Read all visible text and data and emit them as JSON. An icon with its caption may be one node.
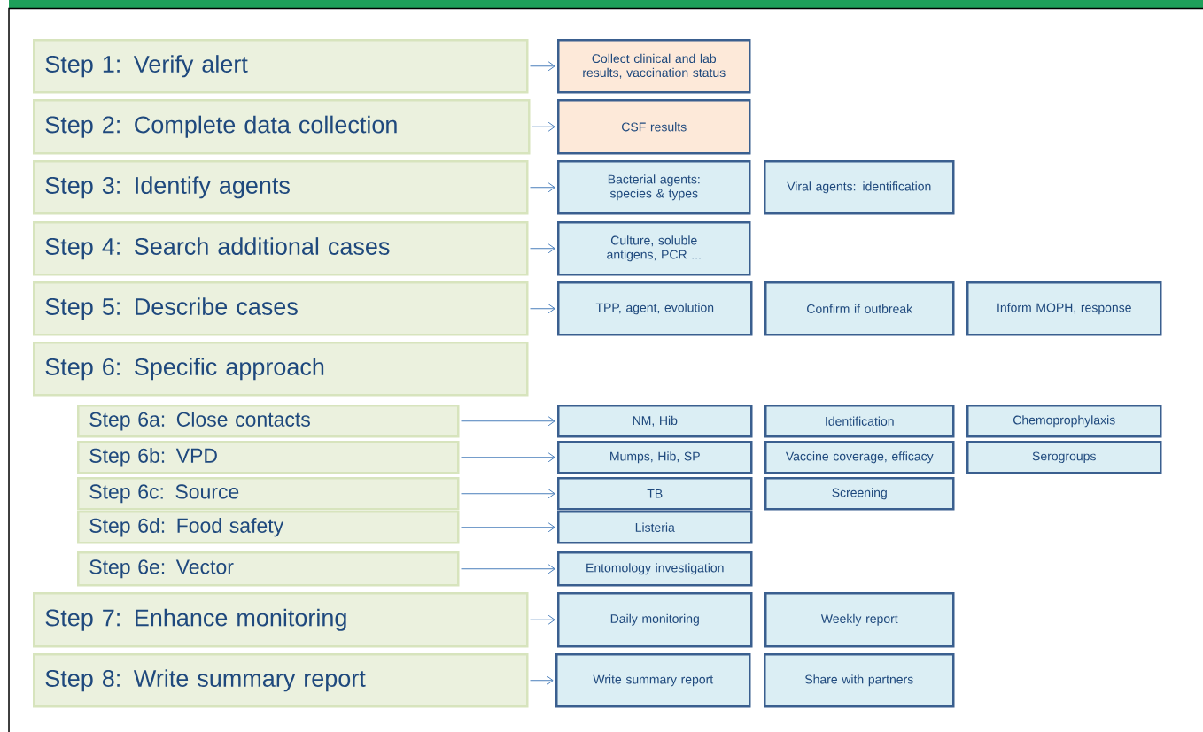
{
  "diagram": {
    "nodes": [
      {
        "text": [
          "Step 1: Verify alert"
        ]
      },
      {
        "text": [
          "Collect clinical and lab results, vaccination status"
        ]
      },
      {
        "text": [
          "Step 2: Complete data collection"
        ]
      },
      {
        "text": [
          "CSF results"
        ]
      },
      {
        "text": [
          "Step 3: Identify agents"
        ]
      },
      {
        "text": [
          "Bacterial agents: species & types"
        ]
      },
      {
        "text": [
          "Viral agents: identification"
        ]
      },
      {
        "text": [
          "Step 4: Search additional cases"
        ]
      },
      {
        "text": [
          "Culture, soluble antigens, PCR ..."
        ]
      },
      {
        "text": [
          "Step 5: Describe cases"
        ]
      },
      {
        "text": [
          "TPP, agent, evolution"
        ]
      },
      {
        "text": [
          "Confirm if outbreak"
        ]
      },
      {
        "text": [
          "Inform MOPH, response"
        ]
      },
      {
        "text": [
          "Step 6: Specific approach"
        ]
      },
      {
        "text": [
          "Step 6a: Close contacts"
        ]
      },
      {
        "text": [
          "NM, Hib"
        ]
      },
      {
        "text": [
          "Identification"
        ]
      },
      {
        "text": [
          "Chemoprophylaxis"
        ]
      },
      {
        "text": [
          "Step 6b: VPD"
        ]
      },
      {
        "text": [
          "Mumps, Hib, SP"
        ]
      },
      {
        "text": [
          "Vaccine coverage, efficacy"
        ]
      },
      {
        "text": [
          "Serogroups"
        ]
      },
      {
        "text": [
          "Step 6c: Source"
        ]
      },
      {
        "text": [
          "TB"
        ]
      },
      {
        "text": [
          "Screening"
        ]
      },
      {
        "text": [
          "Step 6d: Food safety"
        ]
      },
      {
        "text": [
          "Listeria"
        ]
      },
      {
        "text": [
          "Step 6e: Vector"
        ]
      },
      {
        "text": [
          "Entomology investigation"
        ]
      },
      {
        "text": [
          "Step 7: Enhance monitoring"
        ]
      },
      {
        "text": [
          "Daily monitoring"
        ]
      },
      {
        "text": [
          "Weekly report"
        ]
      },
      {
        "text": [
          "Step 8: Write summary report"
        ]
      },
      {
        "text": [
          "Write summary report"
        ]
      },
      {
        "text": [
          "Share with partners"
        ]
      }
    ],
    "edges": [
      {
        "from": 0,
        "to": 1,
        "arrow": "to"
      },
      {
        "from": 2,
        "to": 3,
        "arrow": "to"
      },
      {
        "from": 4,
        "to": 5,
        "arrow": "to"
      },
      {
        "from": 7,
        "to": 8,
        "arrow": "to"
      },
      {
        "from": 9,
        "to": 10,
        "arrow": "to"
      },
      {
        "from": 14,
        "to": 15,
        "arrow": "to"
      },
      {
        "from": 18,
        "to": 19,
        "arrow": "to"
      },
      {
        "from": 22,
        "to": 23,
        "arrow": "to"
      },
      {
        "from": 25,
        "to": 26,
        "arrow": "to"
      },
      {
        "from": 27,
        "to": 28,
        "arrow": "to"
      },
      {
        "from": 29,
        "to": 30,
        "arrow": "to"
      },
      {
        "from": 32,
        "to": 33,
        "arrow": "to"
      }
    ]
  }
}
